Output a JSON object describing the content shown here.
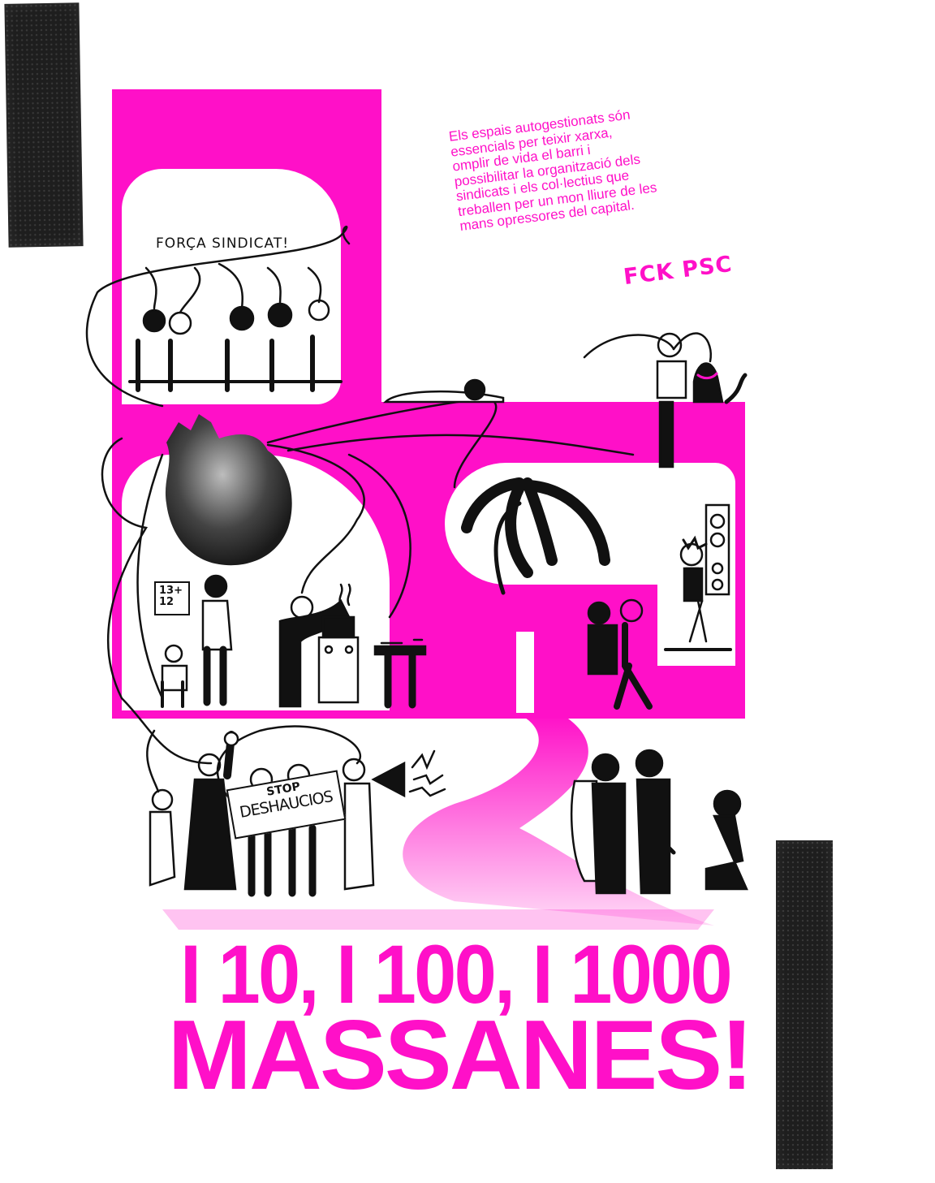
{
  "poster": {
    "manifesto": {
      "lines": [
        "Els espais autogestionats són",
        "essencials per teixir xarxa,",
        "omplir de vida el barri i",
        "possibilitar la organització dels",
        "sindicats i els col·lectius que",
        "treballen per un mon lliure de les",
        "mans opressores del capital."
      ],
      "signature": "FCK PSC"
    },
    "speech_bubble": "FORÇA SINDICAT!",
    "whiteboard": {
      "line1": "13+",
      "line2": "12"
    },
    "banner": {
      "top": "STOP",
      "bottom": "DESHAUCIOS"
    },
    "headline": {
      "line1": "I 10, I 100, I 1000",
      "line2": "MASSANES!"
    },
    "scenes": [
      "union assembly (seated people in a circle)",
      "anatomical heart connected to everyone by threads",
      "classroom with whiteboard",
      "kitchen with stove and table",
      "person lounging on the roof",
      "person and cat sitting on the roof ledge",
      "palm tree",
      "concert with punk singer and speakers",
      "protest march with megaphone",
      "riot police with shield and baton"
    ],
    "colors": {
      "accent": "#ff10c8",
      "ink": "#111111",
      "tape": "#1e1e1e",
      "paper": "#ffffff"
    }
  }
}
